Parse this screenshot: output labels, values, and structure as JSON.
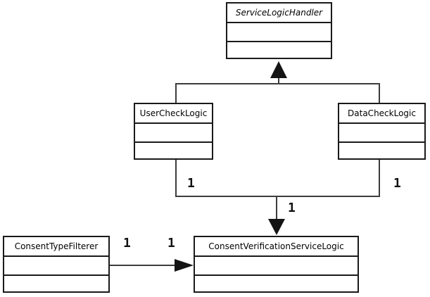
{
  "classes": {
    "serviceLogicHandler": {
      "name": "ServiceLogicHandler",
      "italic": true
    },
    "userCheckLogic": {
      "name": "UserCheckLogic",
      "italic": false
    },
    "dataCheckLogic": {
      "name": "DataCheckLogic",
      "italic": false
    },
    "consentTypeFilterer": {
      "name": "ConsentTypeFilterer",
      "italic": false
    },
    "consentVerificationServiceLogic": {
      "name": "ConsentVerificationServiceLogic",
      "italic": false
    }
  },
  "multiplicities": {
    "userCheckSource": "1",
    "dataCheckSource": "1",
    "verificationTarget": "1",
    "filtererSource": "1",
    "filtererTarget": "1"
  },
  "relationships": [
    {
      "type": "generalization",
      "children": [
        "UserCheckLogic",
        "DataCheckLogic"
      ],
      "parent": "ServiceLogicHandler",
      "arrowhead": "filled-triangle-up"
    },
    {
      "type": "directed-association",
      "from": [
        "UserCheckLogic",
        "DataCheckLogic"
      ],
      "to": "ConsentVerificationServiceLogic",
      "arrowhead": "filled-arrow-down",
      "multiplicities": [
        "1",
        "1",
        "1"
      ]
    },
    {
      "type": "directed-association",
      "from": "ConsentTypeFilterer",
      "to": "ConsentVerificationServiceLogic",
      "arrowhead": "filled-arrow-right",
      "multiplicities": [
        "1",
        "1"
      ]
    }
  ],
  "colors": {
    "background": "#ffffff",
    "boxBorder": "#1a1a1a",
    "line": "#3c3c3c",
    "text": "#000000"
  }
}
